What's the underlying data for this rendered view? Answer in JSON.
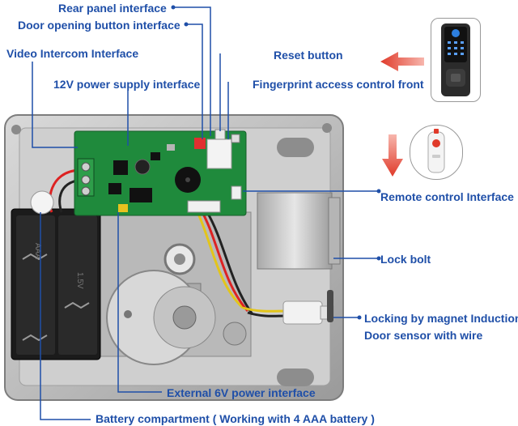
{
  "labels": {
    "rear_panel": "Rear panel interface",
    "door_button": "Door opening button interface",
    "video_intercom": "Video Intercom  Interface",
    "reset_button": "Reset button",
    "power_12v": "12V power supply interface",
    "fingerprint": "Fingerprint access control front",
    "remote_control": "Remote control Interface",
    "lock_bolt": "Lock bolt",
    "magnet_induction": "Locking by magnet Induction",
    "door_sensor": "Door sensor with wire",
    "external_6v": "External 6V power interface",
    "battery": "Battery compartment ( Working with 4 AAA battery )"
  },
  "battery_print": {
    "voltage": "1.5V",
    "size": "AAA"
  },
  "colors": {
    "label_blue": "#1f4fa8",
    "arrow_red": "#e03a2a",
    "pcb_green": "#1f8a3c"
  }
}
